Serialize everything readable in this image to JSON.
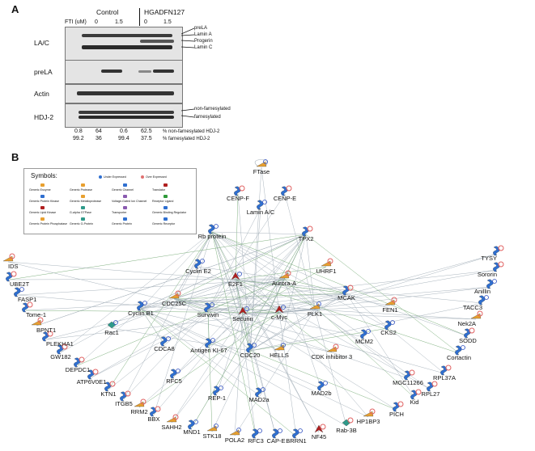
{
  "panel_a": {
    "letter": "A",
    "fti_label": "FTI (uM)",
    "groups": [
      "Control",
      "HGADFN127"
    ],
    "doses": [
      "0",
      "1.5",
      "0",
      "1.5"
    ],
    "blots": [
      {
        "name": "LA/C",
        "right_labels": [
          "preLA",
          "Lamin A",
          "Progerin",
          "Lamin C"
        ]
      },
      {
        "name": "preLA",
        "right_labels": []
      },
      {
        "name": "Actin",
        "right_labels": []
      },
      {
        "name": "HDJ-2",
        "right_labels": [
          "non-farnesylated",
          "farnesylated"
        ]
      }
    ],
    "table": {
      "rows": [
        {
          "values": [
            "0.8",
            "64",
            "0.6",
            "62.5"
          ],
          "label": "% non-farnesylated HDJ-2"
        },
        {
          "values": [
            "99.2",
            "36",
            "99.4",
            "37.5"
          ],
          "label": "% farnesylated HDJ-2"
        }
      ]
    }
  },
  "panel_b": {
    "letter": "B",
    "legend": {
      "title": "Symbols:",
      "under": "Under Expressed",
      "over": "Over Expressed",
      "items": [
        "Generic Enzyme",
        "Generic Protease",
        "Generic Channel",
        "Translator",
        "Generic Protein Kinase",
        "Generic Metalloprotease",
        "Voltage-Gated Ion Channel",
        "Receptor Ligand",
        "Generic Lipid Kinase",
        "G-alpha GTPase",
        "Transporter",
        "Generic Binding Regulator",
        "Generic Protein Phosphatase",
        "Generic G-Protein",
        "Generic Protein",
        "Generic Receptor"
      ]
    },
    "nodes": [
      {
        "label": "FTase",
        "color": "#e8a030"
      },
      {
        "label": "CENP-F",
        "color": "#2f6fd0"
      },
      {
        "label": "CENP-E",
        "color": "#2f6fd0"
      },
      {
        "label": "Lamin A/C",
        "color": "#2f6fd0"
      },
      {
        "label": "Rb protein",
        "color": "#2f6fd0"
      },
      {
        "label": "TPX2",
        "color": "#2f6fd0"
      },
      {
        "label": "Cyclin E2",
        "color": "#2f6fd0"
      },
      {
        "label": "UHRF1",
        "color": "#e8a030"
      },
      {
        "label": "E2F1",
        "color": "#b02020"
      },
      {
        "label": "Aurora-A",
        "color": "#e8a030"
      },
      {
        "label": "CDC25C",
        "color": "#e8a030"
      },
      {
        "label": "Cyclin B1",
        "color": "#2f6fd0"
      },
      {
        "label": "Survivin",
        "color": "#2f6fd0"
      },
      {
        "label": "Securin",
        "color": "#b02020"
      },
      {
        "label": "c-Myc",
        "color": "#b02020"
      },
      {
        "label": "PLK1",
        "color": "#e8a030"
      },
      {
        "label": "MCAK",
        "color": "#2f6fd0"
      },
      {
        "label": "FEN1",
        "color": "#e8a030"
      },
      {
        "label": "Rac1",
        "color": "#2f9a8a"
      },
      {
        "label": "CDCA8",
        "color": "#2f6fd0"
      },
      {
        "label": "Antigen KI-67",
        "color": "#2f6fd0"
      },
      {
        "label": "CDC20",
        "color": "#2f6fd0"
      },
      {
        "label": "HELLS",
        "color": "#e8a030"
      },
      {
        "label": "CDK inhibitor 3",
        "color": "#e8a030"
      },
      {
        "label": "MCM2",
        "color": "#2f6fd0"
      },
      {
        "label": "CKS2",
        "color": "#2f6fd0"
      },
      {
        "label": "RFC5",
        "color": "#2f6fd0"
      },
      {
        "label": "REP-1",
        "color": "#2f6fd0"
      },
      {
        "label": "MAD2a",
        "color": "#2f6fd0"
      },
      {
        "label": "MAD2b",
        "color": "#2f6fd0"
      },
      {
        "label": "MGC11266",
        "color": "#2f6fd0"
      },
      {
        "label": "Kid",
        "color": "#2f6fd0"
      },
      {
        "label": "PICH",
        "color": "#2f6fd0"
      },
      {
        "label": "HP1BP3",
        "color": "#e8a030"
      },
      {
        "label": "Rab-3B",
        "color": "#2f9a8a"
      },
      {
        "label": "NF45",
        "color": "#b02020"
      },
      {
        "label": "BRRN1",
        "color": "#2f6fd0"
      },
      {
        "label": "CAP-E",
        "color": "#2f6fd0"
      },
      {
        "label": "RFC3",
        "color": "#2f6fd0"
      },
      {
        "label": "POLA2",
        "color": "#e8a030"
      },
      {
        "label": "STK18",
        "color": "#e8a030"
      },
      {
        "label": "MND1",
        "color": "#2f6fd0"
      },
      {
        "label": "SAHH2",
        "color": "#e8a030"
      },
      {
        "label": "BBX",
        "color": "#2f6fd0"
      },
      {
        "label": "RRM2",
        "color": "#e8a030"
      },
      {
        "label": "ITGB5",
        "color": "#2f6fd0"
      },
      {
        "label": "KTN1",
        "color": "#2f6fd0"
      },
      {
        "label": "ATP6V0E1",
        "color": "#2f6fd0"
      },
      {
        "label": "DEPDC1",
        "color": "#2f6fd0"
      },
      {
        "label": "GW182",
        "color": "#2f6fd0"
      },
      {
        "label": "PLEKHA1",
        "color": "#2f6fd0"
      },
      {
        "label": "BPNT1",
        "color": "#e8a030"
      },
      {
        "label": "Tome-1",
        "color": "#2f6fd0"
      },
      {
        "label": "FASP1",
        "color": "#2f6fd0"
      },
      {
        "label": "UBE2T",
        "color": "#2f6fd0"
      },
      {
        "label": "IDS",
        "color": "#e8a030"
      },
      {
        "label": "TYSY",
        "color": "#2f6fd0"
      },
      {
        "label": "Sororin",
        "color": "#2f6fd0"
      },
      {
        "label": "Anillin",
        "color": "#2f6fd0"
      },
      {
        "label": "TACC3",
        "color": "#2f6fd0"
      },
      {
        "label": "Nek2A",
        "color": "#e8a030"
      },
      {
        "label": "SODD",
        "color": "#2f6fd0"
      },
      {
        "label": "Cortactin",
        "color": "#2f6fd0"
      },
      {
        "label": "RPL37A",
        "color": "#2f6fd0"
      },
      {
        "label": "RPL27",
        "color": "#2f6fd0"
      }
    ]
  }
}
